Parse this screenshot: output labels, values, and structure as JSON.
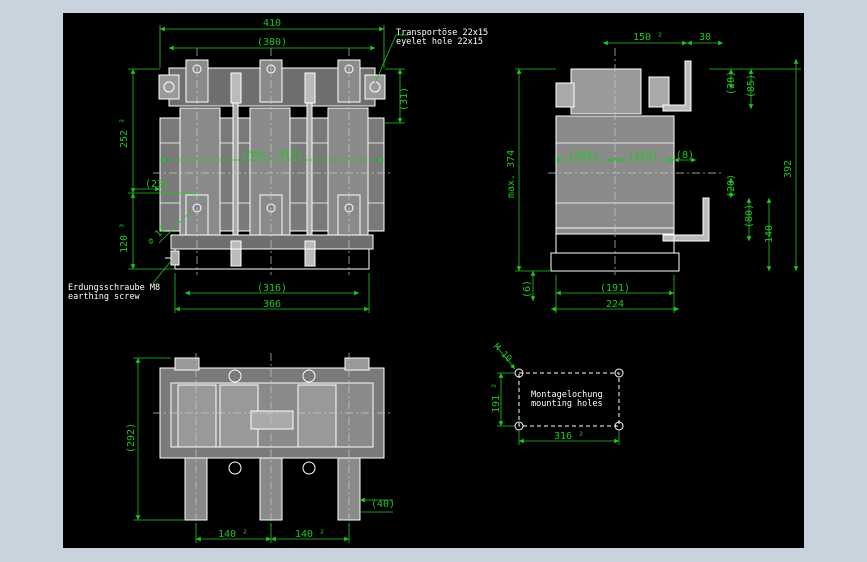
{
  "colors": {
    "dim": "#1ec81e",
    "part": "#ffffff",
    "fill": "#7a7a7a",
    "center": "#c8c8c8",
    "note": "#ffffff"
  },
  "front": {
    "dims": {
      "w_total": "410",
      "w_inner": "(380)",
      "h_top": "252 ²",
      "h_base": "120 ³",
      "d23": "(23)",
      "max410": "(max. 410)",
      "d31": "(31)",
      "d316": "(316)",
      "w366": "366",
      "dia": "⌀ 14"
    },
    "notes": {
      "transport_1": "Transportöse 22x15",
      "transport_2": "eyelet hole 22x15",
      "earth_1": "Erdungsschraube M8",
      "earth_2": "earthing screw"
    }
  },
  "side": {
    "dims": {
      "d150": "150 ²",
      "d30": "30",
      "d20a": "(20)",
      "d85": "(85)",
      "max374": "max. 374",
      "d392": "392",
      "d102": "(102)",
      "d118": "(118)",
      "d8": "(8)",
      "d20b": "(20)",
      "d80": "(80)",
      "d140": "140",
      "d6": "(6)",
      "d191": "(191)",
      "d224": "224"
    }
  },
  "top": {
    "dims": {
      "d292": "(292)",
      "d40": "(40)",
      "d140a": "140 ²",
      "d140b": "140 ²"
    }
  },
  "holes": {
    "dims": {
      "m10": "M 10",
      "d191": "191 ²",
      "d316": "316 ²"
    },
    "notes": {
      "label_1": "Montagelochung",
      "label_2": "mounting holes"
    }
  }
}
